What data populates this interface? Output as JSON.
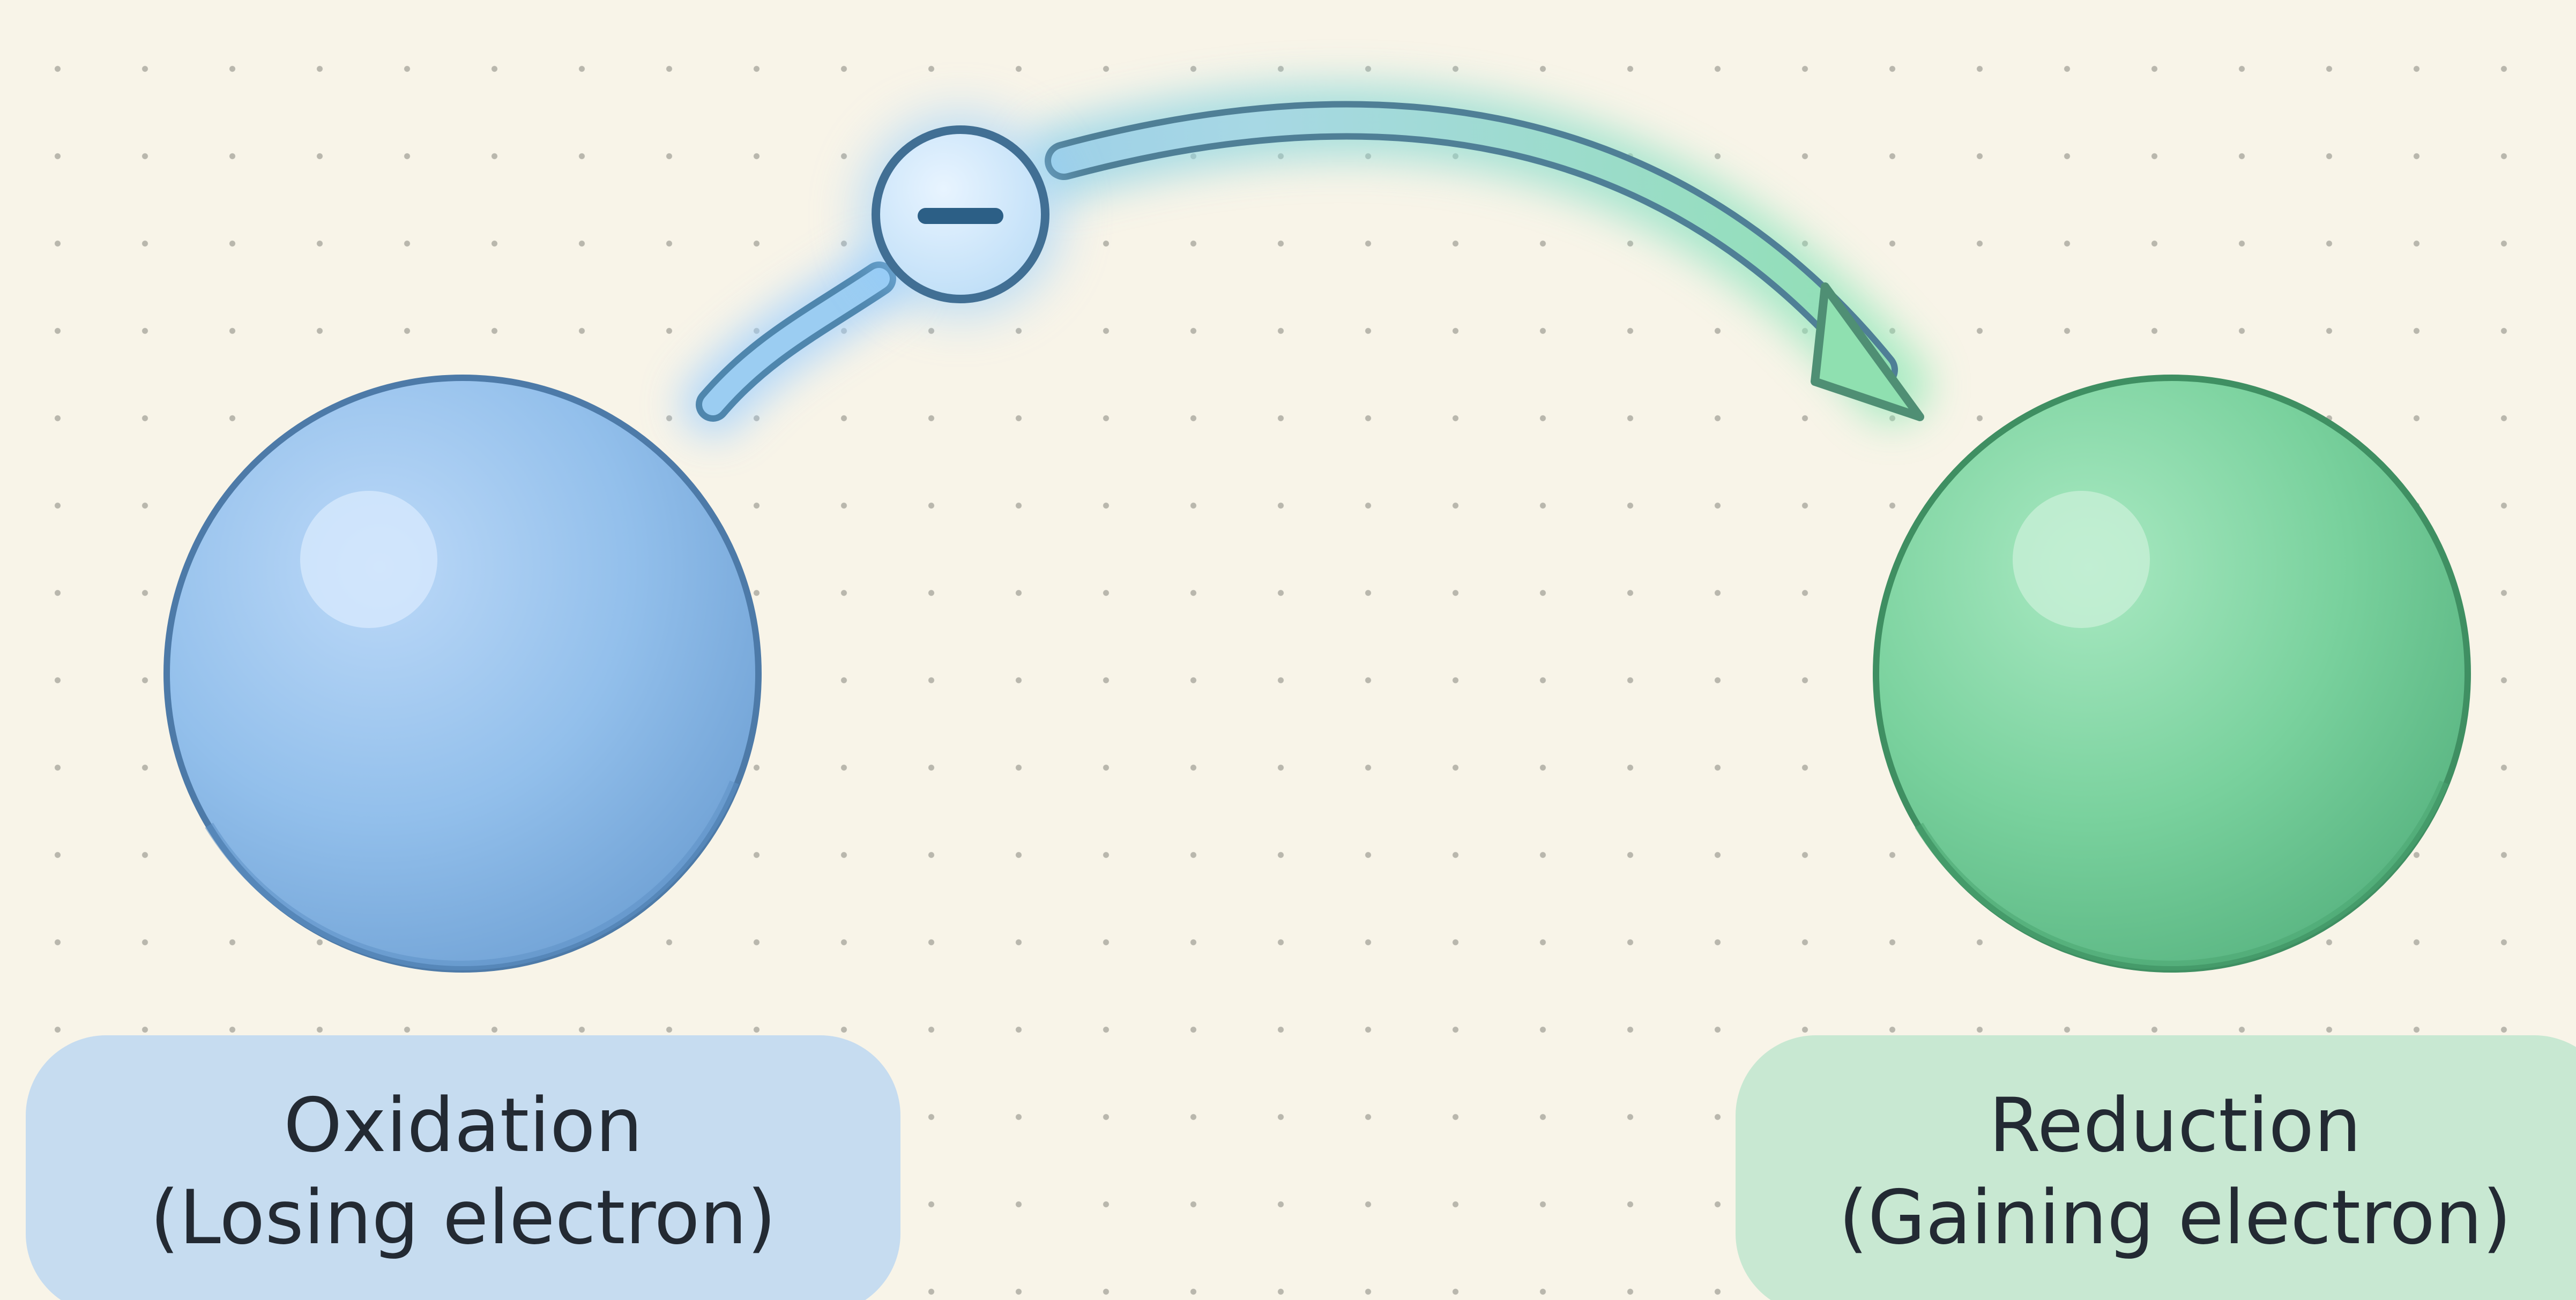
{
  "left_label": {
    "title": "Oxidation",
    "subtitle": "(Losing electron)"
  },
  "right_label": {
    "title": "Reduction",
    "subtitle": "(Gaining electron)"
  },
  "electron_symbol": "minus-sign",
  "colors": {
    "background": "#f8f4e8",
    "oxidation_atom": "#8ebbe8",
    "oxidation_outline": "#4d7aa8",
    "reduction_atom": "#73cc95",
    "reduction_outline": "#3f8f62",
    "arrow_start": "#8fc4ef",
    "arrow_end": "#8fe0b0",
    "arrow_outline": "#4f7f96"
  }
}
